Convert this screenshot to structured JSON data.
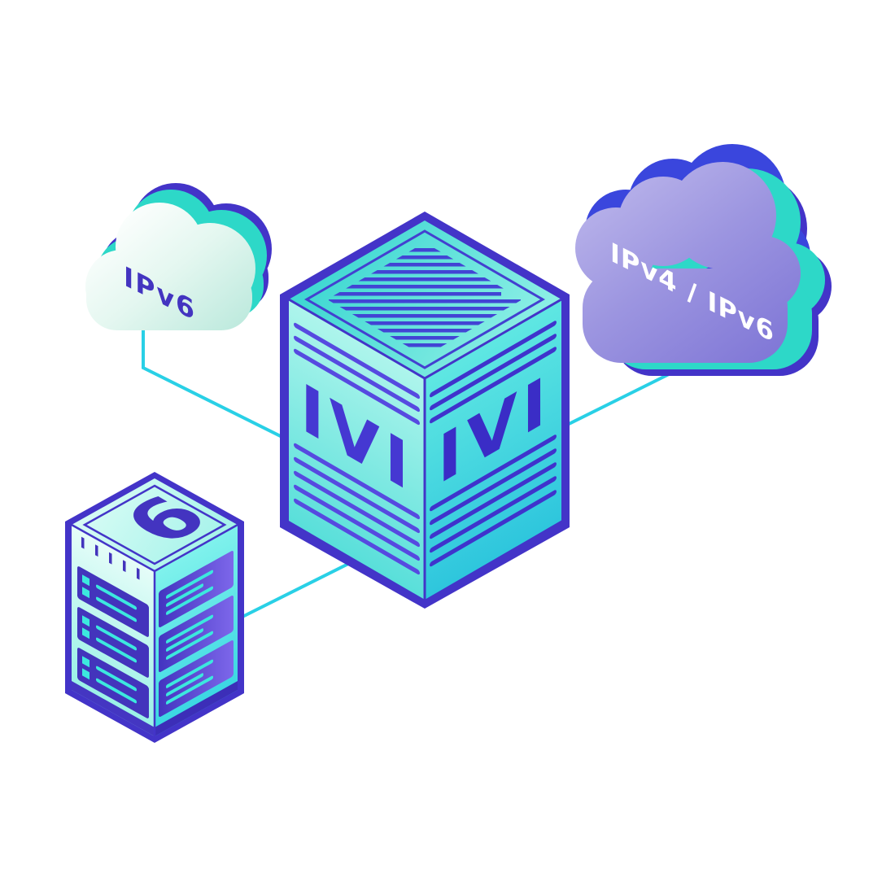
{
  "labels": {
    "left_cloud": "IPv6",
    "right_cloud": "IPv4 / IPv6",
    "translator_left_face": "IVI",
    "translator_right_face": "IVI",
    "server_top": "6"
  },
  "colors": {
    "background": "#ffffff",
    "connector": "#29d0e6",
    "teal_accent": "#2dd8c8",
    "indigo_accent": "#4334c8",
    "blue_accent": "#3a46dd",
    "cloud_left_fill": "#e4f7f0",
    "cloud_right_fill": "#8f88dc",
    "label_indigo": "#4334c0",
    "label_white": "#ffffff"
  }
}
